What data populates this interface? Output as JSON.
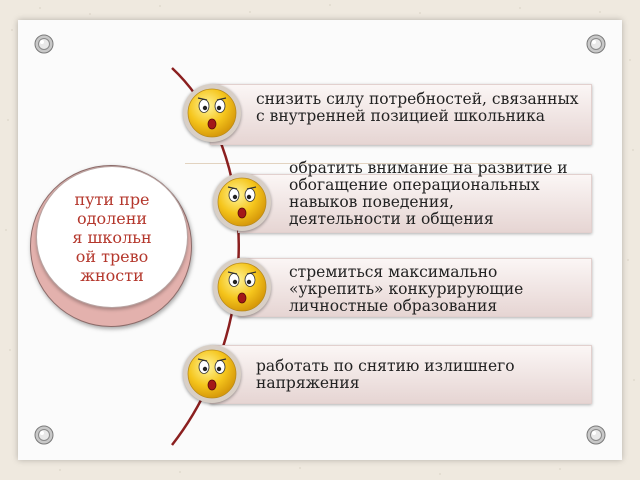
{
  "center": {
    "label": "пути преодоления школьной тревожности"
  },
  "items": [
    {
      "text": "снизить силу потребностей, связанных с внутренней позицией школьника",
      "icon": "surprised-smiley-icon"
    },
    {
      "text": "обратить внимание на развитие и обогащение операциональных навыков поведения, деятельности и общения",
      "icon": "surprised-smiley-icon"
    },
    {
      "text": "стремиться максимально «укрепить» конкурирующие личностные образования",
      "icon": "surprised-smiley-icon"
    },
    {
      "text": "работать по снятию излишнего напряжения",
      "icon": "surprised-smiley-icon"
    }
  ],
  "colors": {
    "accent": "#b4372c",
    "curve": "#8b1f1f",
    "box": "#eee2e0",
    "background": "#efe9df"
  }
}
